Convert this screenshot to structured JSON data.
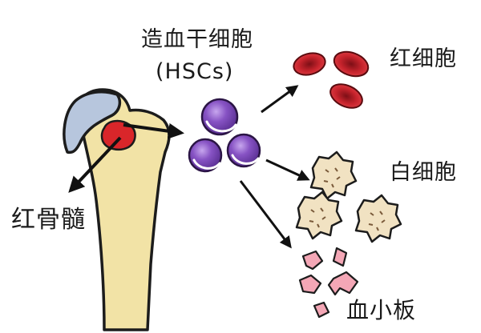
{
  "labels": {
    "hsc_name": "造血干细胞",
    "hsc_abbrev": "(HSCs)",
    "red_blood_cells": "红细胞",
    "white_blood_cells": "白细胞",
    "platelets": "血小板",
    "red_bone_marrow": "红骨髓"
  },
  "colors": {
    "bone": "#f2e3a6",
    "bone_outline": "#1c1c1c",
    "cartilage": "#b7c6dd",
    "marrow": "#d9262a",
    "hsc": "#7b4ab8",
    "rbc": "#c8242d",
    "wbc": "#f1e2c2",
    "platelet": "#f4a7b6",
    "arrow": "#111111"
  },
  "icons": [
    "bone-illustration",
    "stem-cell-icon",
    "red-blood-cell-icon",
    "white-blood-cell-icon",
    "platelet-icon"
  ]
}
